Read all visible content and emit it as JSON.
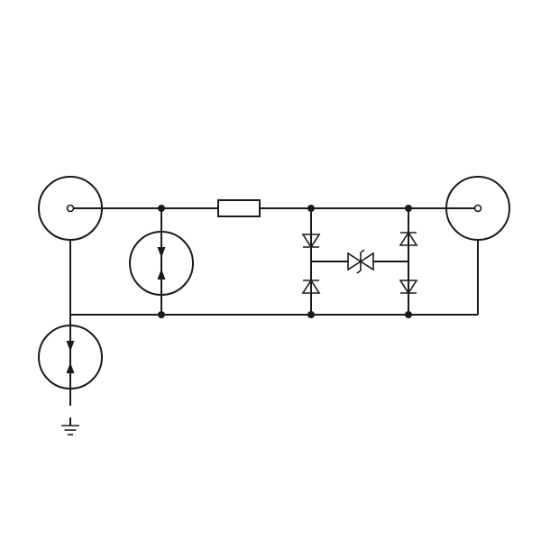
{
  "diagram": {
    "kind": "surge-protection-circuit-schematic",
    "stroke_color": "#1a1a1a",
    "background": "#ffffff",
    "components": [
      "coaxial-connector-left",
      "coaxial-connector-right",
      "gas-discharge-tube-shunt",
      "gas-discharge-tube-to-ground",
      "series-resistor",
      "diode-bridge",
      "suppressor-diode",
      "ground-symbol"
    ]
  }
}
